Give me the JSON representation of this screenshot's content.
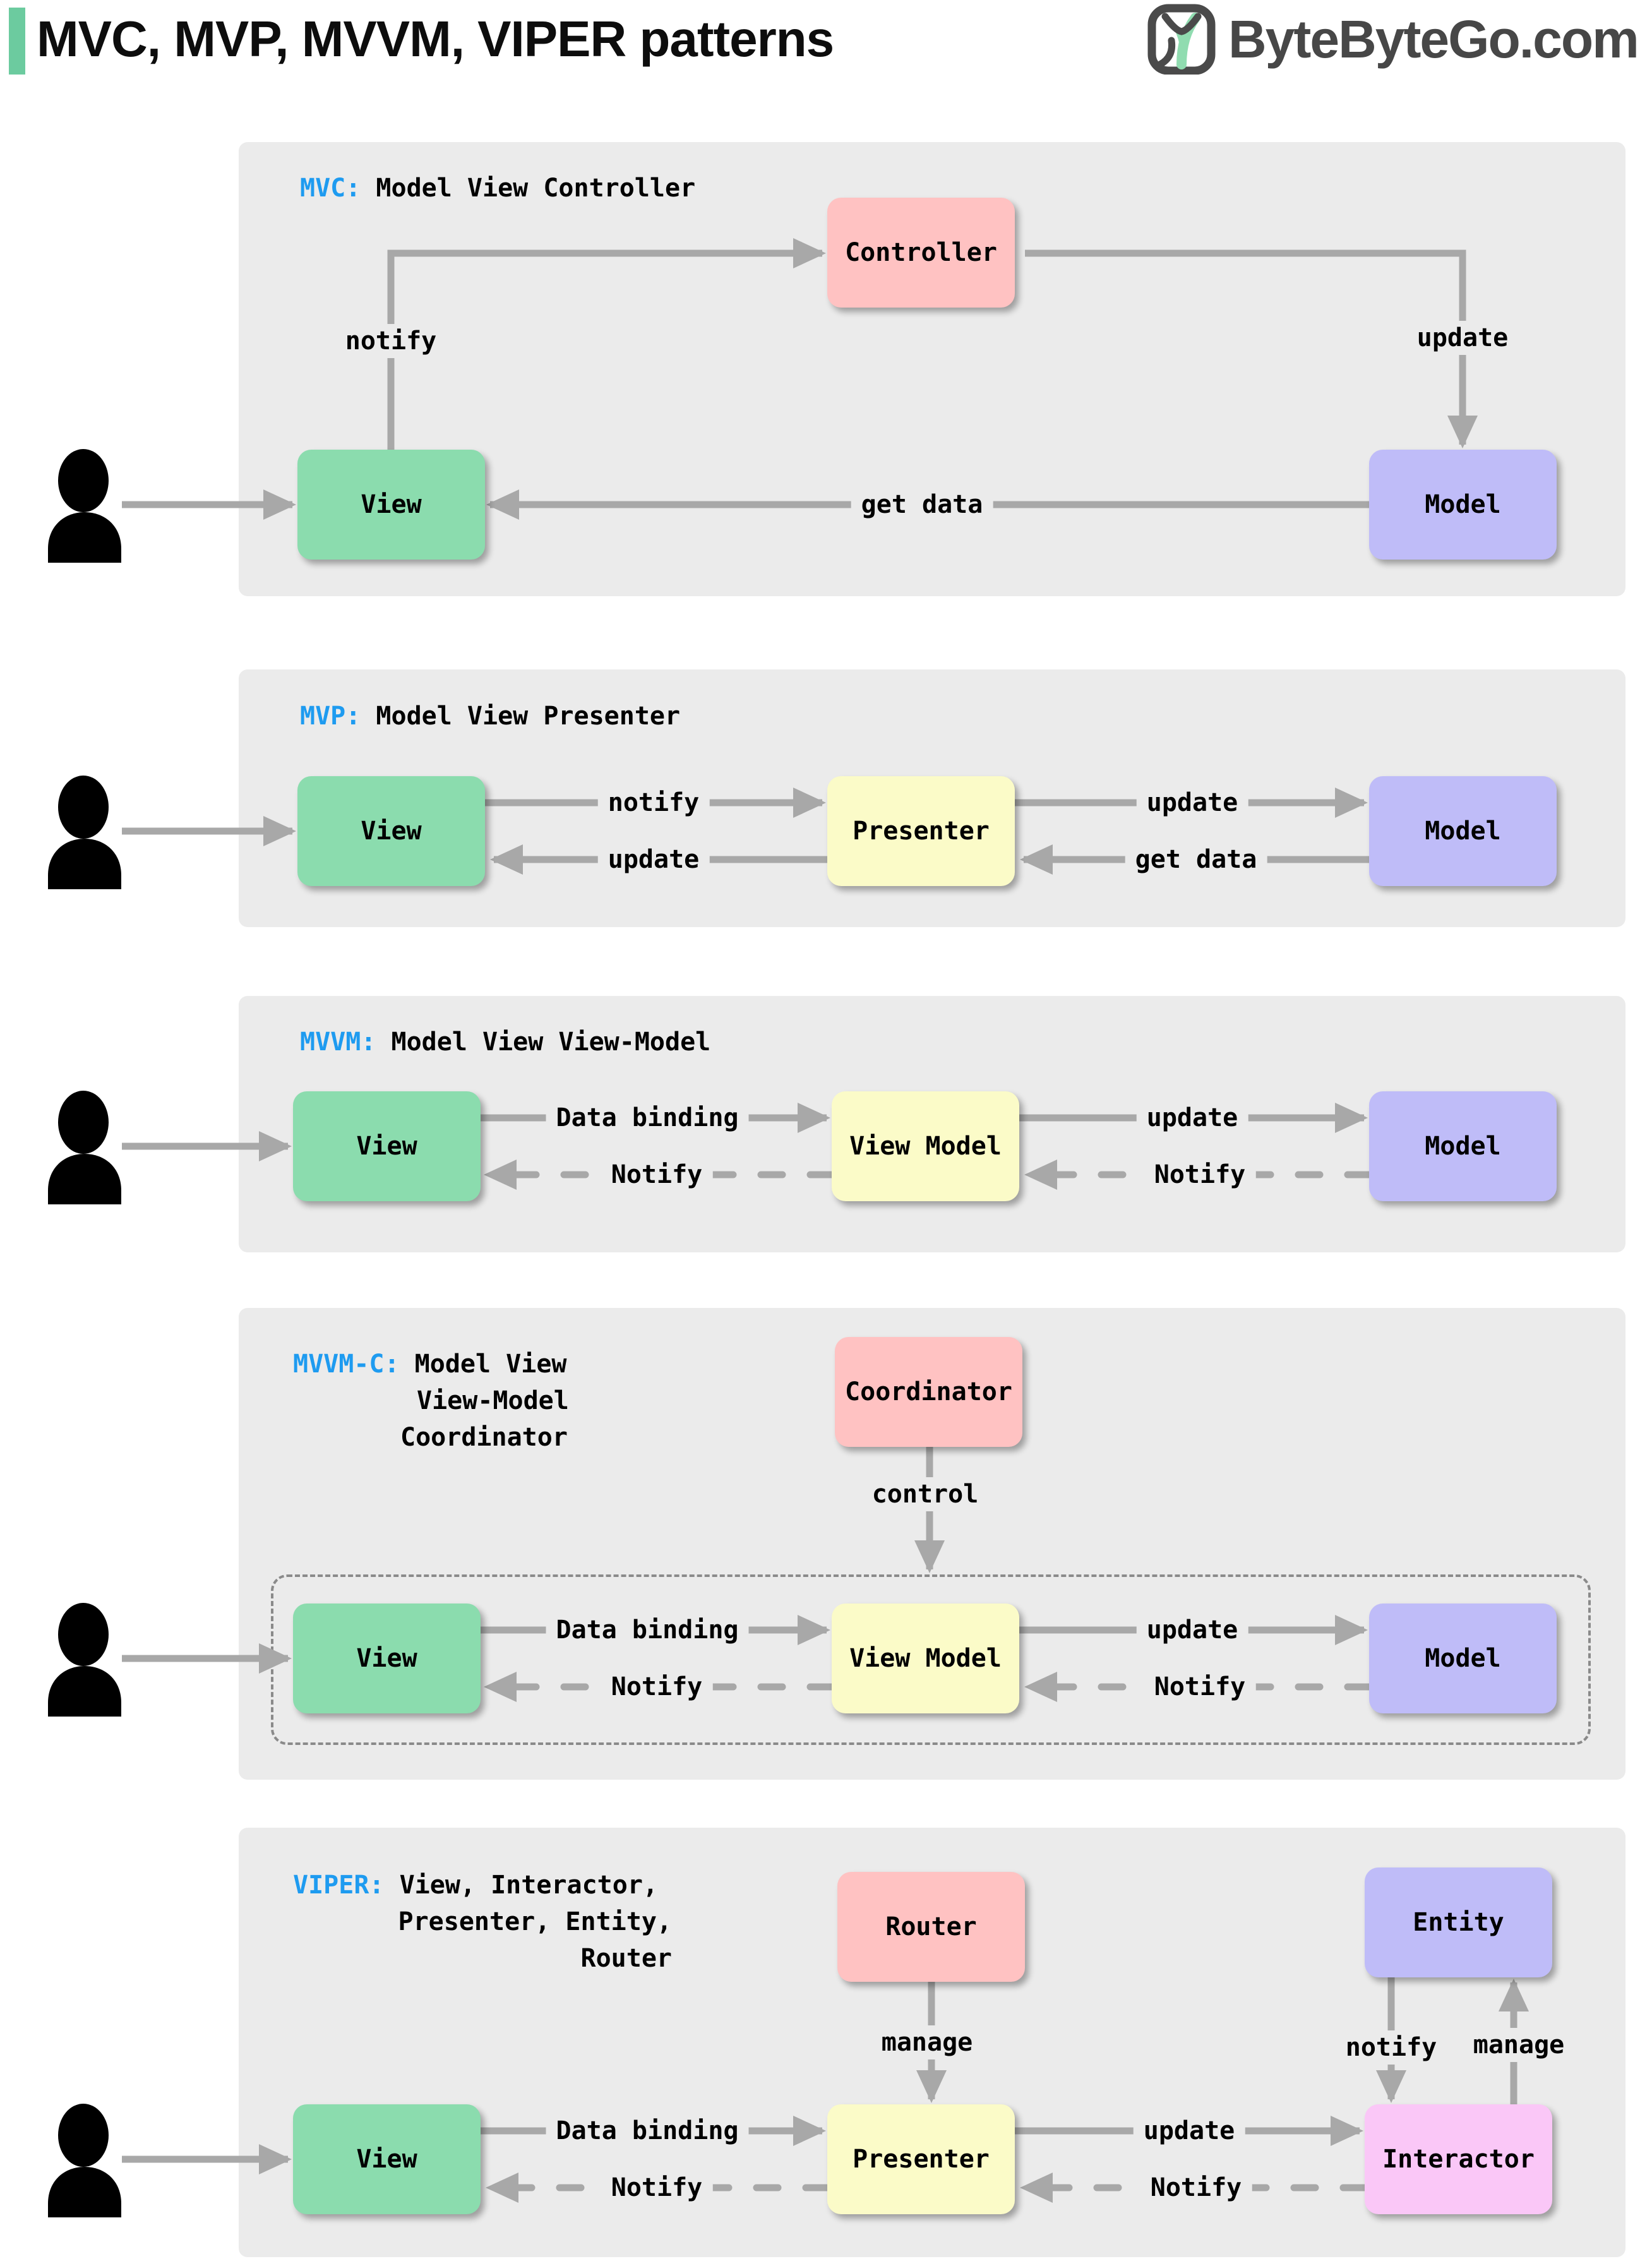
{
  "header": {
    "title": "MVC, MVP, MVVM, VIPER patterns",
    "brand": "ByteByteGo.com"
  },
  "colors": {
    "accent_blue": "#1E9BF0",
    "panel_bg": "#EBEBEB",
    "box_green": "#8BDCAE",
    "box_pink": "#FFC2C2",
    "box_lavender": "#BFBCF8",
    "box_yellow": "#FBFBC8",
    "box_magenta": "#FAC7F7",
    "arrow_gray": "#A8A8A8",
    "title_bar_green": "#6CCB9F",
    "logo_gray": "#474747"
  },
  "panels": [
    {
      "tag": "MVC:",
      "name": "Model View Controller",
      "boxes": {
        "view": "View",
        "controller": "Controller",
        "model": "Model"
      },
      "labels": {
        "notify": "notify",
        "update": "update",
        "get_data": "get data"
      }
    },
    {
      "tag": "MVP:",
      "name": "Model View Presenter",
      "boxes": {
        "view": "View",
        "presenter": "Presenter",
        "model": "Model"
      },
      "labels": {
        "notify": "notify",
        "update_view": "update",
        "update_model": "update",
        "get_data": "get data"
      }
    },
    {
      "tag": "MVVM:",
      "name": "Model View View-Model",
      "boxes": {
        "view": "View",
        "view_model": "View Model",
        "model": "Model"
      },
      "labels": {
        "data_binding": "Data binding",
        "notify_view": "Notify",
        "update": "update",
        "notify_view_model": "Notify"
      }
    },
    {
      "tag": "MVVM-C:",
      "name_lines": [
        "Model View",
        "View-Model",
        "Coordinator"
      ],
      "boxes": {
        "coordinator": "Coordinator",
        "view": "View",
        "view_model": "View Model",
        "model": "Model"
      },
      "labels": {
        "control": "control",
        "data_binding": "Data binding",
        "notify_view": "Notify",
        "update": "update",
        "notify_view_model": "Notify"
      }
    },
    {
      "tag": "VIPER:",
      "name_lines": [
        "View, Interactor,",
        "Presenter, Entity,",
        "Router"
      ],
      "boxes": {
        "router": "Router",
        "entity": "Entity",
        "view": "View",
        "presenter": "Presenter",
        "interactor": "Interactor"
      },
      "labels": {
        "manage_router": "manage",
        "notify_entity": "notify",
        "manage_entity": "manage",
        "data_binding": "Data binding",
        "notify_view": "Notify",
        "update": "update",
        "notify_presenter": "Notify"
      }
    }
  ]
}
